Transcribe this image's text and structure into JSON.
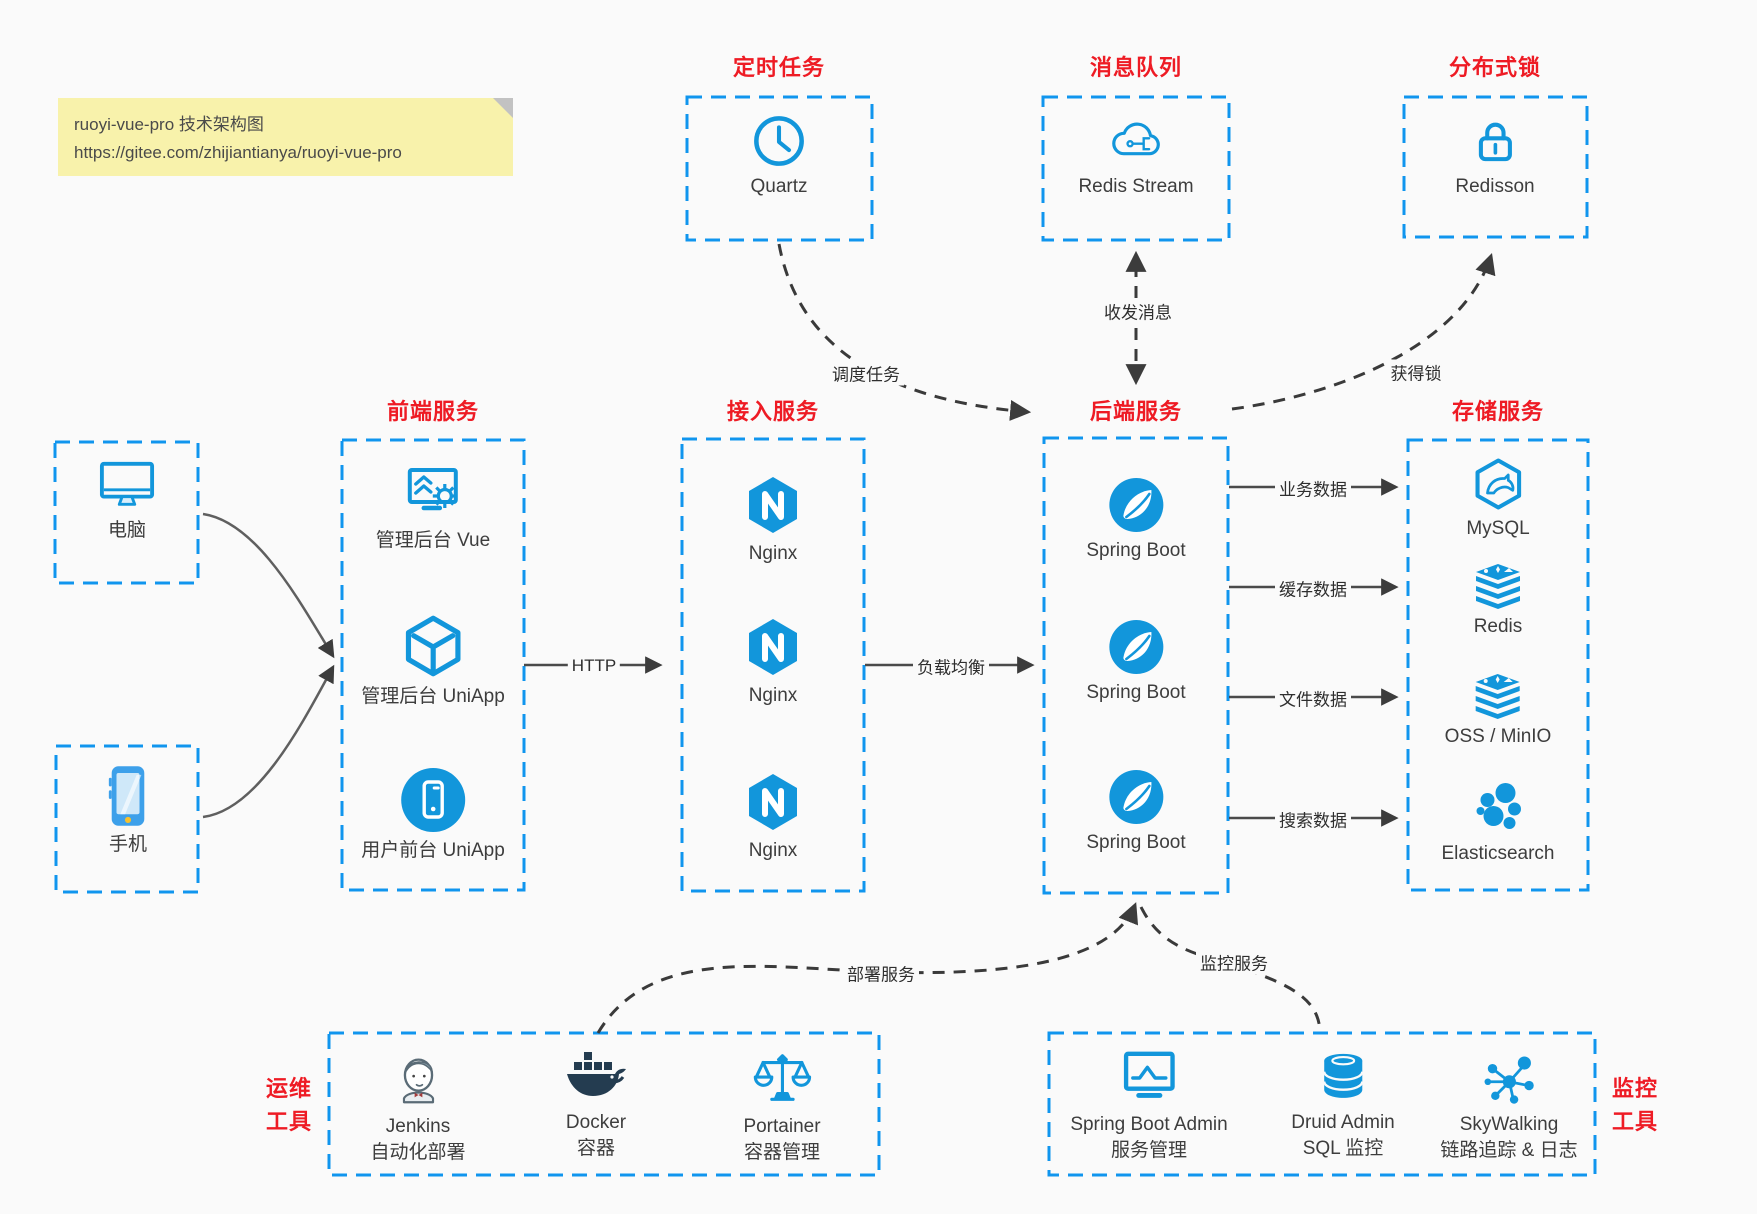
{
  "note": {
    "line1": "ruoyi-vue-pro 技术架构图",
    "line2": "https://gitee.com/zhijiantianya/ruoyi-vue-pro"
  },
  "colors": {
    "accent_blue": "#1296db",
    "border_blue": "#1095ee",
    "title_red": "#ee1b24",
    "arrow_gray": "#3c3c3c",
    "note_bg": "#f8f2ab",
    "canvas_bg": "#fafafa"
  },
  "top_groups": [
    {
      "title": "定时任务",
      "item": {
        "icon": "clock-icon",
        "label": "Quartz"
      }
    },
    {
      "title": "消息队列",
      "item": {
        "icon": "redis-stream-cloud-icon",
        "label": "Redis Stream"
      }
    },
    {
      "title": "分布式锁",
      "item": {
        "icon": "lock-icon",
        "label": "Redisson"
      }
    }
  ],
  "devices": [
    {
      "icon": "computer-icon",
      "label": "电脑"
    },
    {
      "icon": "smartphone-icon",
      "label": "手机"
    }
  ],
  "main_groups": [
    {
      "title": "前端服务",
      "items": [
        {
          "icon": "admin-vue-icon",
          "label": "管理后台 Vue"
        },
        {
          "icon": "uniapp-cube-icon",
          "label": "管理后台 UniApp"
        },
        {
          "icon": "user-app-icon",
          "label": "用户前台 UniApp"
        }
      ]
    },
    {
      "title": "接入服务",
      "items": [
        {
          "icon": "nginx-icon",
          "label": "Nginx"
        },
        {
          "icon": "nginx-icon",
          "label": "Nginx"
        },
        {
          "icon": "nginx-icon",
          "label": "Nginx"
        }
      ]
    },
    {
      "title": "后端服务",
      "items": [
        {
          "icon": "spring-boot-icon",
          "label": "Spring Boot"
        },
        {
          "icon": "spring-boot-icon",
          "label": "Spring Boot"
        },
        {
          "icon": "spring-boot-icon",
          "label": "Spring Boot"
        }
      ]
    },
    {
      "title": "存储服务",
      "items": [
        {
          "icon": "mysql-icon",
          "label": "MySQL"
        },
        {
          "icon": "redis-icon",
          "label": "Redis"
        },
        {
          "icon": "oss-minio-icon",
          "label": "OSS / MinIO"
        },
        {
          "icon": "elasticsearch-icon",
          "label": "Elasticsearch"
        }
      ]
    }
  ],
  "bottom_groups": [
    {
      "side_line1": "运维",
      "side_line2": "工具",
      "items": [
        {
          "icon": "jenkins-icon",
          "label": "Jenkins",
          "sublabel": "自动化部署"
        },
        {
          "icon": "docker-icon",
          "label": "Docker",
          "sublabel": "容器"
        },
        {
          "icon": "portainer-icon",
          "label": "Portainer",
          "sublabel": "容器管理"
        }
      ]
    },
    {
      "side_line1": "监控",
      "side_line2": "工具",
      "items": [
        {
          "icon": "spring-boot-admin-icon",
          "label": "Spring Boot Admin",
          "sublabel": "服务管理"
        },
        {
          "icon": "druid-icon",
          "label": "Druid Admin",
          "sublabel": "SQL 监控"
        },
        {
          "icon": "skywalking-icon",
          "label": "SkyWalking",
          "sublabel": "链路追踪 & 日志"
        }
      ]
    }
  ],
  "edges": {
    "schedule": "调度任务",
    "message": "收发消息",
    "lock": "获得锁",
    "http": "HTTP",
    "load_balance": "负载均衡",
    "business_data": "业务数据",
    "cache_data": "缓存数据",
    "file_data": "文件数据",
    "search_data": "搜索数据",
    "deploy": "部署服务",
    "monitor": "监控服务"
  }
}
